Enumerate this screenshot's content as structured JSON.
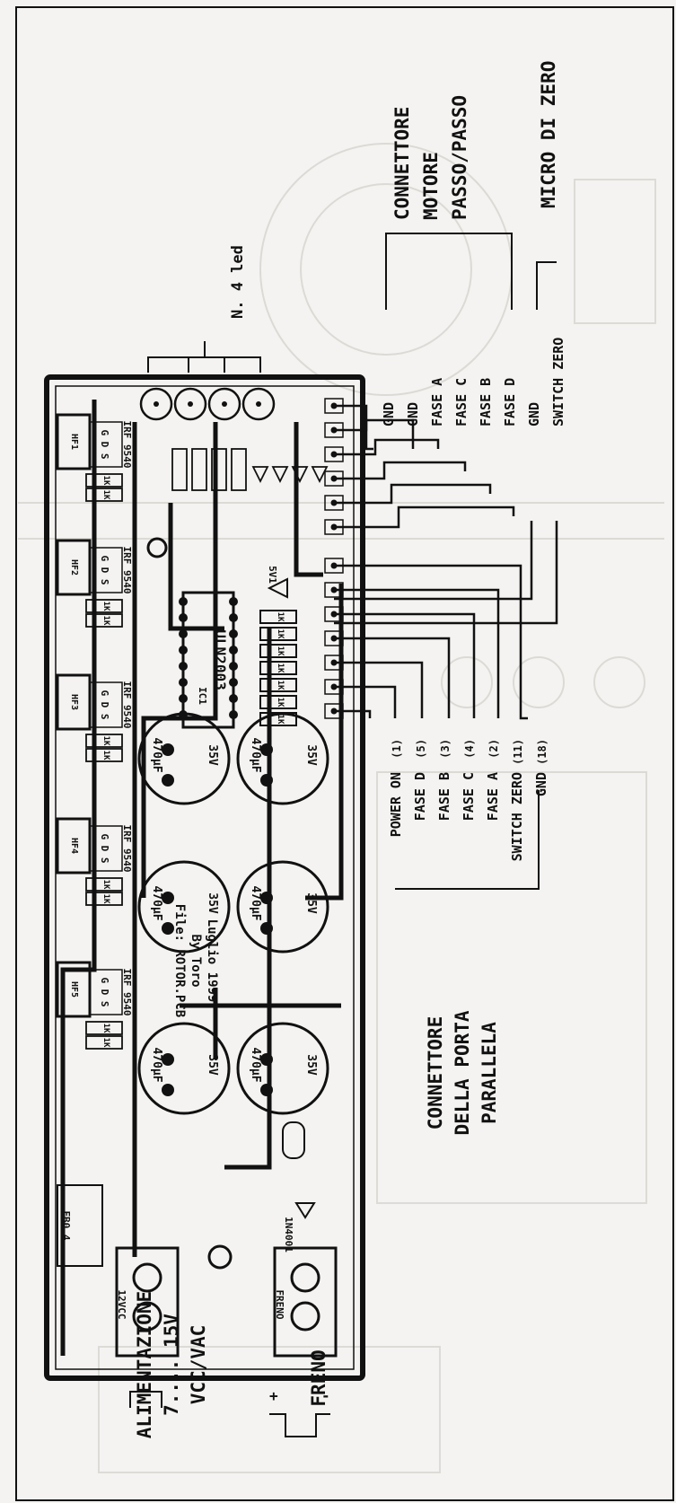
{
  "colors": {
    "ink": "#111111",
    "paper": "#f4f3f1",
    "ghost": "#d4d2cd"
  },
  "top_labels": {
    "connettore_motore": [
      "CONNETTORE",
      "MOTORE",
      "PASSO/PASSO"
    ],
    "micro_di_zero": "MICRO DI ZERO",
    "n_led": "N. 4 led"
  },
  "motor_connector_pins": [
    "GND",
    "GND",
    "FASE A",
    "FASE C",
    "FASE B",
    "FASE D"
  ],
  "zero_switch_pins": [
    "GND",
    "SWITCH ZERO"
  ],
  "parallel_port_signals": [
    {
      "name": "POWER ON",
      "pin": "(1)"
    },
    {
      "name": "FASE D",
      "pin": "(5)"
    },
    {
      "name": "FASE B",
      "pin": "(3)"
    },
    {
      "name": "FASE C",
      "pin": "(4)"
    },
    {
      "name": "FASE A",
      "pin": "(2)"
    },
    {
      "name": "SWITCH ZERO",
      "pin": "(11)"
    },
    {
      "name": "GND",
      "pin": "(18)"
    }
  ],
  "parallel_connector_label": [
    "CONNETTORE",
    "DELLA PORTA",
    "PARALLELA"
  ],
  "power_label": [
    "ALIMENTAZIONE",
    "7.... 15V",
    "VCC/VAC"
  ],
  "brake_label": "FRENO",
  "polarity": {
    "plus": "+",
    "minus": "-"
  },
  "pcb": {
    "terminal_12v": "12VCC",
    "terminal_freno": "FRENO",
    "fuse": "FB0,4",
    "diode": "1N4001",
    "ic": "ULN2003",
    "ic_ref": "IC1",
    "zener": "5V1",
    "credits": [
      "File: ROTOR.PCB",
      "By Toro",
      "Luglio 1999"
    ],
    "mosfets": [
      {
        "ref": "HF1",
        "part": "IRF 9540",
        "pins": "G D S"
      },
      {
        "ref": "HF2",
        "part": "IRF 9540",
        "pins": "G D S"
      },
      {
        "ref": "HF3",
        "part": "IRF 9540",
        "pins": "G D S"
      },
      {
        "ref": "HF4",
        "part": "IRF 9540",
        "pins": "G D S"
      },
      {
        "ref": "HF5",
        "part": "IRF 9540",
        "pins": "G D S"
      }
    ],
    "res_value": "1K",
    "cap_value": "470µF",
    "cap_voltage": "35V"
  }
}
